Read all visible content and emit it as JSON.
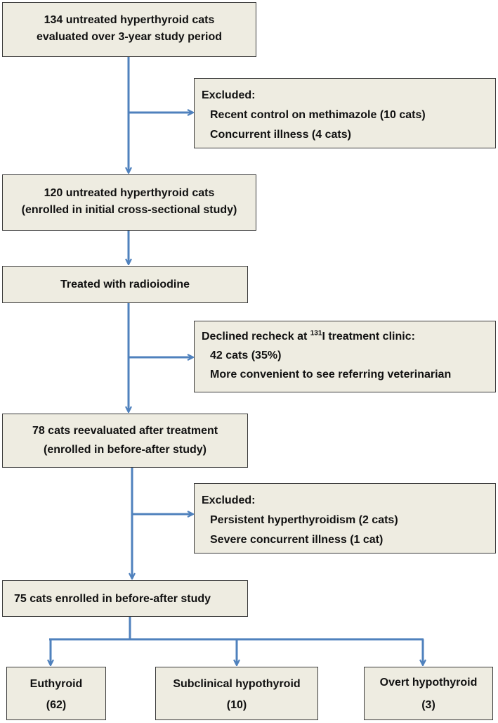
{
  "colors": {
    "arrow": "#4f81bd",
    "box_fill": "#eeece1",
    "box_border": "#3a3a3a"
  },
  "boxes": {
    "start": [
      "134 untreated hyperthyroid cats",
      "evaluated over 3-year study period"
    ],
    "excluded1": {
      "title": "Excluded:",
      "items": [
        "Recent control on methimazole (10 cats)",
        "Concurrent illness (4 cats)"
      ]
    },
    "enrolled": [
      "120 untreated hyperthyroid cats",
      "(enrolled in initial cross-sectional study)"
    ],
    "treated": "Treated with radioiodine",
    "declined": {
      "title_pre": "Declined recheck at ",
      "title_sup": "131",
      "title_post": "I treatment clinic:",
      "items": [
        "42 cats (35%)",
        "More convenient to see referring veterinarian"
      ]
    },
    "reevaluated": [
      "78 cats reevaluated after treatment",
      "(enrolled in before-after study)"
    ],
    "excluded2": {
      "title": "Excluded:",
      "items": [
        "Persistent hyperthyroidism (2 cats)",
        "Severe concurrent illness (1 cat)"
      ]
    },
    "final": "75 cats enrolled in before-after study",
    "outcomes": [
      {
        "label": "Euthyroid",
        "count": "(62)"
      },
      {
        "label": "Subclinical hypothyroid",
        "count": "(10)"
      },
      {
        "label": "Overt hypothyroid",
        "count": "(3)"
      }
    ]
  }
}
